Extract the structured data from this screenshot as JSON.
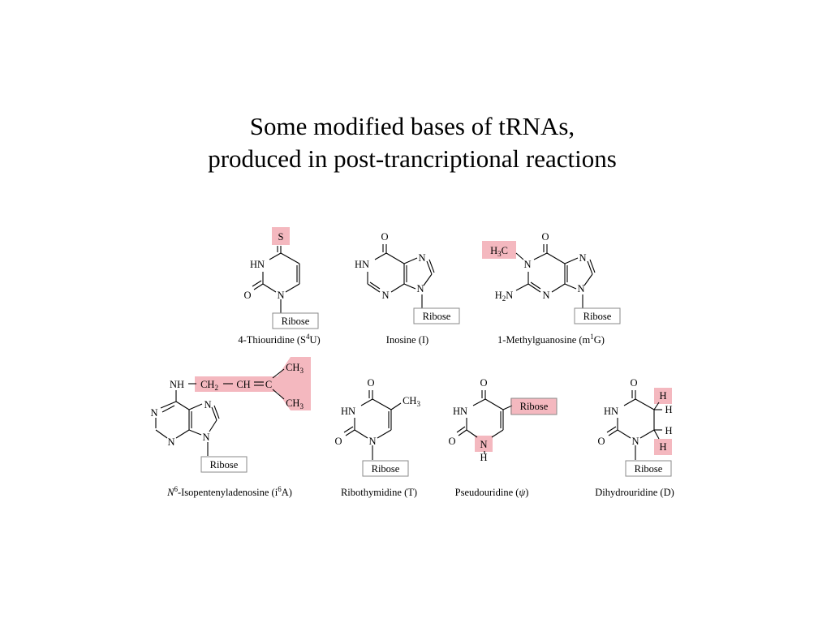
{
  "title": {
    "line1": "Some modified bases of tRNAs,",
    "line2": "produced in post-trancriptional reactions"
  },
  "colors": {
    "highlight": "#f4b8bf",
    "ribose_box_border": "#8a8a8a",
    "text": "#000000",
    "background": "#ffffff"
  },
  "molecules": [
    {
      "name": "4-Thiouridine (S4U)",
      "caption_main": "4-Thiouridine (S",
      "caption_sup": "4",
      "caption_end": "U)",
      "highlighted": "S",
      "atoms": {
        "S": "S",
        "HN": "HN",
        "O": "O",
        "N": "N",
        "ribose": "Ribose"
      }
    },
    {
      "name": "Inosine (I)",
      "caption": "Inosine (I)",
      "atoms": {
        "O": "O",
        "HN": "HN",
        "N7": "N",
        "N3": "N",
        "N9": "N",
        "ribose": "Ribose"
      }
    },
    {
      "name": "1-Methylguanosine (m1G)",
      "caption_main": "1-Methylguanosine (m",
      "caption_sup": "1",
      "caption_end": "G)",
      "highlighted": "H3C",
      "atoms": {
        "methyl_H": "H",
        "methyl_sub": "3",
        "methyl_C": "C",
        "O": "O",
        "N1": "N",
        "N7": "N",
        "amine_H": "H",
        "amine_sub": "2",
        "amine_N": "N",
        "N3": "N",
        "N9": "N",
        "ribose": "Ribose"
      }
    },
    {
      "name": "N6-Isopentenyladenosine (i6A)",
      "caption_italic": "N",
      "caption_sup1": "6",
      "caption_main": "-Isopentenyladenosine (i",
      "caption_sup2": "6",
      "caption_end": "A)",
      "highlighted": "CH2-CH=C(CH3)2",
      "atoms": {
        "NH": "NH",
        "CH": "CH",
        "C": "C",
        "CH3_a": "CH",
        "CH3_b": "CH",
        "sub2": "2",
        "sub3": "3",
        "N_a": "N",
        "N_b": "N",
        "N_c": "N",
        "N_d": "N",
        "ribose": "Ribose"
      }
    },
    {
      "name": "Ribothymidine (T)",
      "caption": "Ribothymidine (T)",
      "atoms": {
        "O_top": "O",
        "HN": "HN",
        "CH3": "CH",
        "sub3": "3",
        "O_left": "O",
        "N": "N",
        "ribose": "Ribose"
      }
    },
    {
      "name": "Pseudouridine (ψ)",
      "caption_main": "Pseudouridine (",
      "caption_sym": "ψ",
      "caption_end": ")",
      "highlighted": "Ribose, N",
      "atoms": {
        "O_top": "O",
        "HN": "HN",
        "O_left": "O",
        "N": "N",
        "H": "H",
        "ribose": "Ribose"
      }
    },
    {
      "name": "Dihydrouridine (D)",
      "caption": "Dihydrouridine (D)",
      "highlighted": "H, H",
      "atoms": {
        "O_top": "O",
        "HN": "HN",
        "O_left": "O",
        "N": "N",
        "H1": "H",
        "H2": "H",
        "H3": "H",
        "H4": "H",
        "ribose": "Ribose"
      }
    }
  ]
}
